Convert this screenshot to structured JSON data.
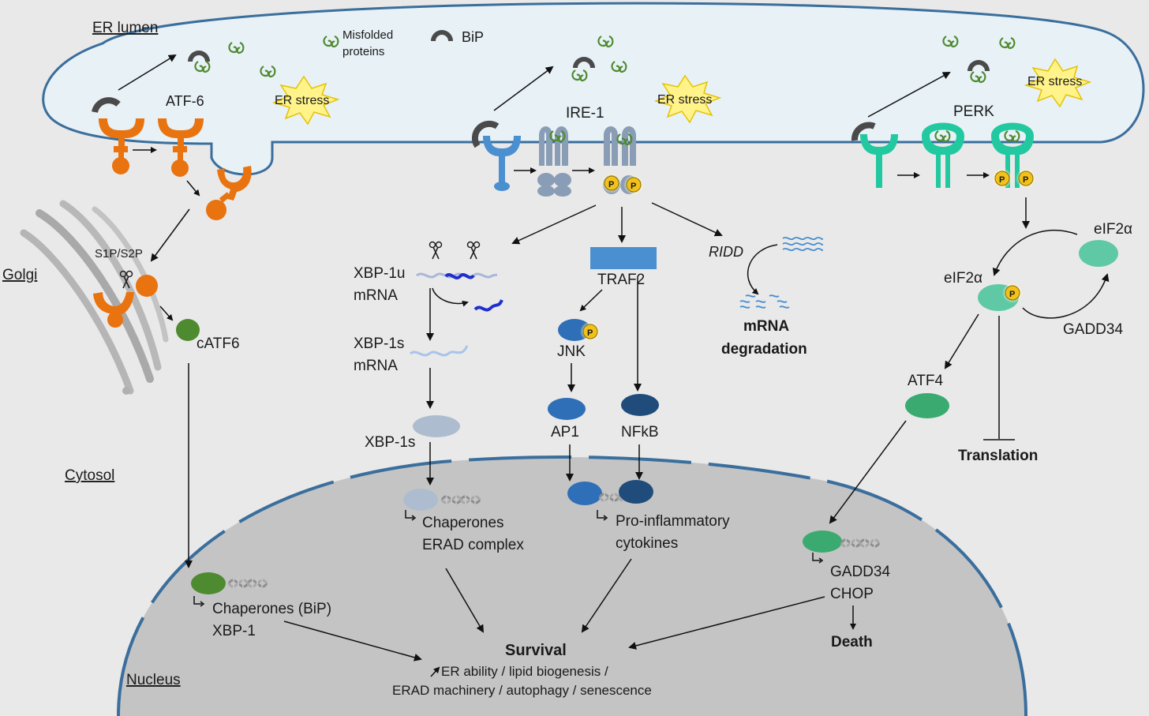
{
  "compartments": {
    "er_lumen": "ER lumen",
    "golgi": "Golgi",
    "cytosol": "Cytosol",
    "nucleus": "Nucleus"
  },
  "legend": {
    "misfolded_line1": "Misfolded",
    "misfolded_line2": "proteins",
    "bip": "BiP"
  },
  "stress_label": "ER stress",
  "phospho_label": "P",
  "atf6_branch": {
    "sensor": "ATF-6",
    "protease": "S1P/S2P",
    "cleaved": "cATF6",
    "targets_line1": "Chaperones (BiP)",
    "targets_line2": "XBP-1"
  },
  "ire1_branch": {
    "sensor": "IRE-1",
    "xbp1u_line1": "XBP-1u",
    "xbp1u_line2": "mRNA",
    "xbp1s_line1": "XBP-1s",
    "xbp1s_line2": "mRNA",
    "xbp1s_protein": "XBP-1s",
    "xbp_targets_line1": "Chaperones",
    "xbp_targets_line2": "ERAD complex",
    "traf2": "TRAF2",
    "jnk": "JNK",
    "ap1": "AP1",
    "nfkb": "NFkB",
    "inflam_line1": "Pro-inflammatory",
    "inflam_line2": "cytokines",
    "ridd": "RIDD",
    "mrna_deg_line1": "mRNA",
    "mrna_deg_line2": "degradation"
  },
  "perk_branch": {
    "sensor": "PERK",
    "eif2a": "eIF2α",
    "eif2a_p": "eIF2α",
    "gadd34": "GADD34",
    "atf4": "ATF4",
    "translation": "Translation",
    "targets_line1": "GADD34",
    "targets_line2": "CHOP",
    "death": "Death"
  },
  "outcome": {
    "title": "Survival",
    "line1": "ER ability / lipid biogenesis /",
    "line2": "ERAD machinery / autophagy / senescence"
  },
  "colors": {
    "membrane": "#3a6e9c",
    "lumen": "#e7f1f6",
    "nucleus": "#c4c4c4",
    "atf6": "#e8730f",
    "catf6": "#4e8a2f",
    "ire1_active": "#4a8fd0",
    "ire1_dimer": "#8a9db6",
    "perk": "#22c9a0",
    "bip": "#4a4a4a",
    "misfolded": "#4e8a2f",
    "phospho": "#f2c21a",
    "stress_burst": "#fff38a",
    "traf2": "#4a8fd0",
    "jnk": "#2f6fb7",
    "nfkb": "#1f4c7a",
    "xbp1s_protein": "#aebcd0",
    "eif2a": "#5fc9a5",
    "atf4": "#3aaa70"
  }
}
